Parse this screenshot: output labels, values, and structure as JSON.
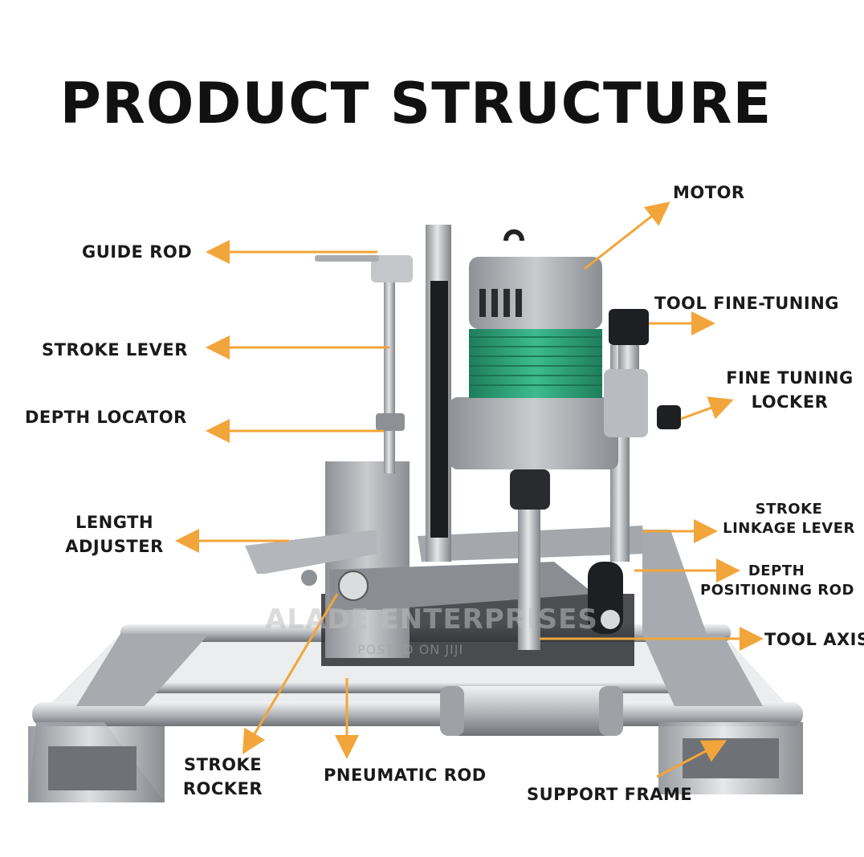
{
  "title": "PRODUCT STRUCTURE",
  "labels": {
    "motor": "MOTOR",
    "guide_rod": "GUIDE ROD",
    "tool_fine_tuning": "TOOL FINE-TUNING",
    "stroke_lever": "STROKE LEVER",
    "fine_tuning_locker_1": "FINE TUNING",
    "fine_tuning_locker_2": "LOCKER",
    "depth_locator": "DEPTH LOCATOR",
    "length_adjuster_1": "LENGTH",
    "length_adjuster_2": "ADJUSTER",
    "stroke_linkage_lever_1": "STROKE",
    "stroke_linkage_lever_2": "LINKAGE LEVER",
    "depth_positioning_rod_1": "DEPTH",
    "depth_positioning_rod_2": "POSITIONING ROD",
    "tool_axis": "TOOL AXIS",
    "stroke_rocker_1": "STROKE",
    "stroke_rocker_2": "ROCKER",
    "pneumatic_rod": "PNEUMATIC ROD",
    "support_frame": "SUPPORT FRAME"
  },
  "watermark": {
    "line1": "ALADE ENTERPRISES",
    "line2": "POSTED ON JIJI"
  },
  "colors": {
    "arrow": "#f2a53a",
    "motor_band": "#2e9e78",
    "metal": "#b9bcc0"
  }
}
